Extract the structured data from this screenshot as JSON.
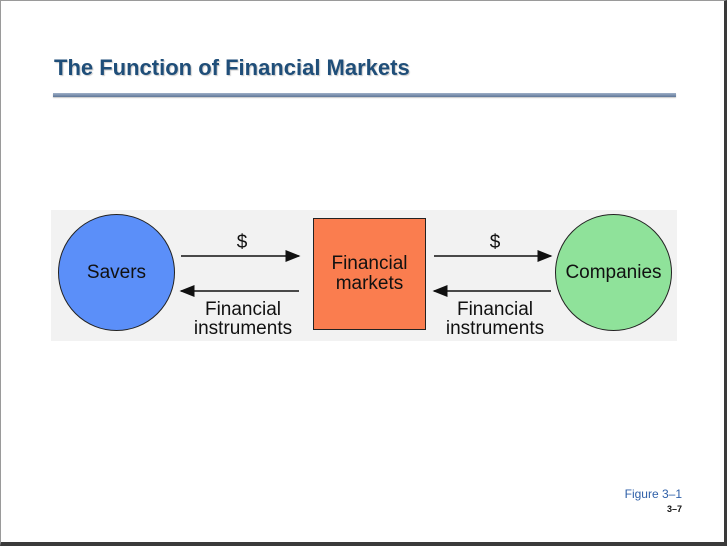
{
  "slide": {
    "title": "The Function of Financial Markets",
    "figure_label": "Figure 3–1",
    "page_number": "3–7"
  },
  "diagram": {
    "savers": "Savers",
    "market_line1": "Financial",
    "market_line2": "markets",
    "companies": "Companies",
    "left_top_label": "$",
    "left_bottom_line1": "Financial",
    "left_bottom_line2": "instruments",
    "right_top_label": "$",
    "right_bottom_line1": "Financial",
    "right_bottom_line2": "instruments"
  },
  "colors": {
    "title": "#1f4e79",
    "savers_fill": "#5b8ff9",
    "market_fill": "#fa7d4f",
    "companies_fill": "#8fe29a"
  }
}
